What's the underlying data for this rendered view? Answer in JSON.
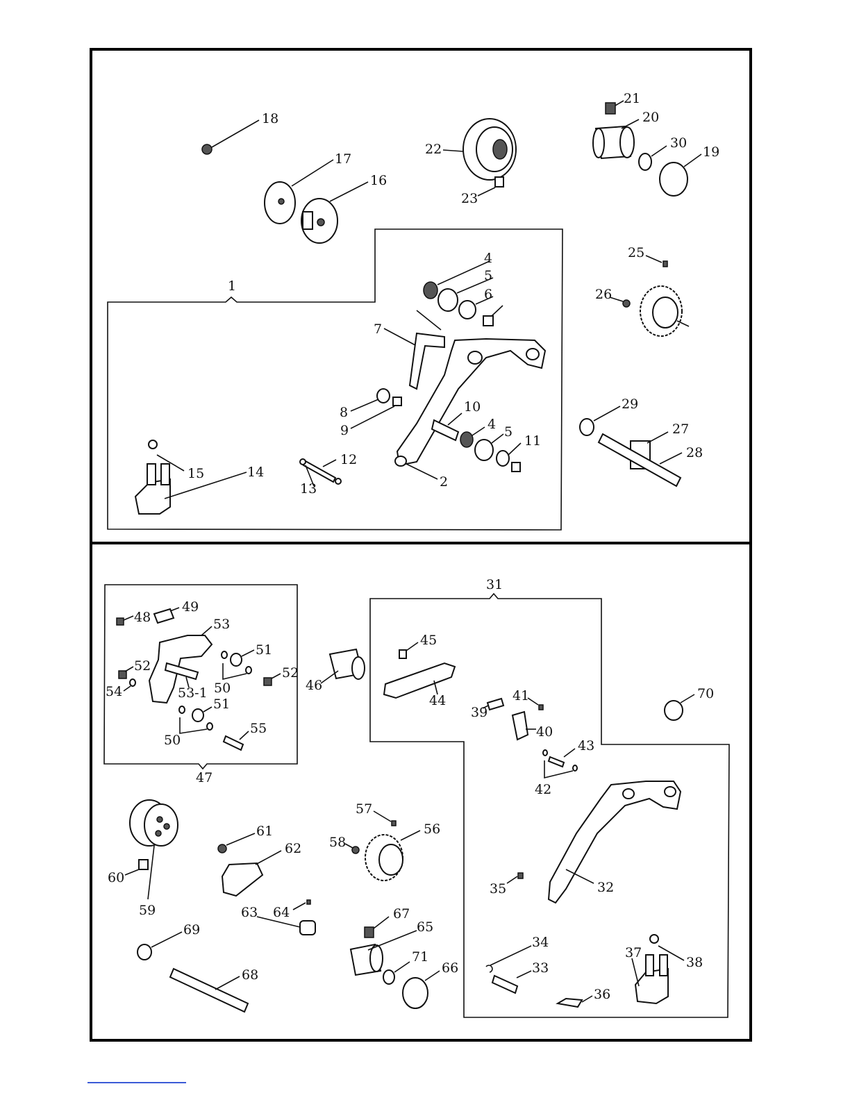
{
  "diagram": {
    "type": "exploded parts diagram",
    "labels": [
      "1",
      "2",
      "4",
      "5",
      "6",
      "7",
      "8",
      "9",
      "10",
      "4",
      "5",
      "11",
      "12",
      "13",
      "14",
      "15",
      "16",
      "17",
      "18",
      "19",
      "20",
      "21",
      "22",
      "23",
      "25",
      "26",
      "27",
      "28",
      "29",
      "30",
      "31",
      "32",
      "33",
      "34",
      "35",
      "36",
      "37",
      "38",
      "39",
      "40",
      "41",
      "42",
      "43",
      "44",
      "45",
      "46",
      "47",
      "48",
      "49",
      "50",
      "50",
      "51",
      "51",
      "52",
      "52",
      "53",
      "53-1",
      "54",
      "55",
      "56",
      "57",
      "58",
      "59",
      "60",
      "61",
      "62",
      "63",
      "64",
      "65",
      "66",
      "67",
      "68",
      "69",
      "70",
      "71"
    ]
  }
}
